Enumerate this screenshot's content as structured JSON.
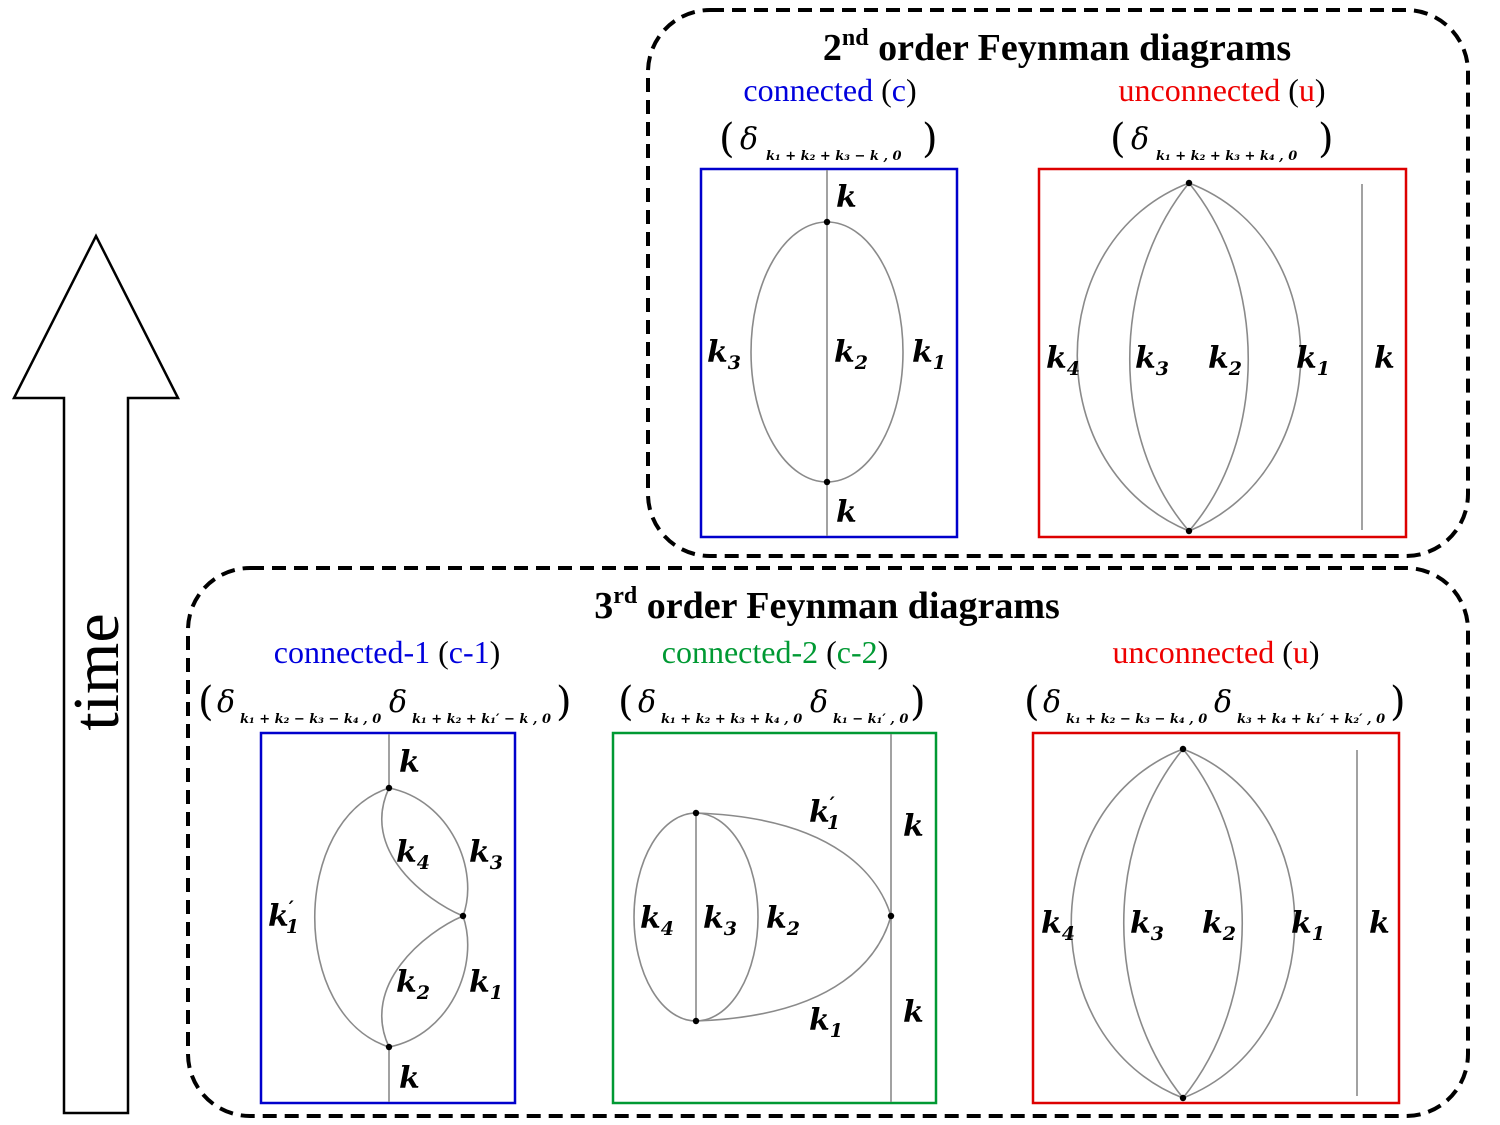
{
  "time_arrow": {
    "label": "time"
  },
  "second_order": {
    "title_num": "2",
    "title_sup": "nd",
    "title_rest": " order Feynman diagrams",
    "connected": {
      "label": "connected",
      "paren_open": " (",
      "code": "c",
      "paren_close": ")",
      "label_color": "#0000dd",
      "delta_subscript": "k₁ + k₂ + k₃ − k , 0",
      "box_color": "#0000cc",
      "momenta": {
        "top": "k",
        "bottom": "k",
        "left": "k",
        "left_sub": "3",
        "center": "k",
        "center_sub": "2",
        "right": "k",
        "right_sub": "1"
      }
    },
    "unconnected": {
      "label": "unconnected",
      "paren_open": " (",
      "code": "u",
      "paren_close": ")",
      "label_color": "#ee0000",
      "delta_subscript": "k₁ + k₂ + k₃ + k₄ , 0",
      "box_color": "#dd0000",
      "momenta": {
        "m4": "k",
        "m4_sub": "4",
        "m3": "k",
        "m3_sub": "3",
        "m2": "k",
        "m2_sub": "2",
        "m1": "k",
        "m1_sub": "1",
        "free": "k"
      }
    }
  },
  "third_order": {
    "title_num": "3",
    "title_sup": "rd",
    "title_rest": " order Feynman diagrams",
    "connected1": {
      "label": "connected-1",
      "paren_open": " (",
      "code": "c-1",
      "paren_close": ")",
      "label_color": "#0000dd",
      "delta1_subscript": "k₁ + k₂ − k₃ − k₄ , 0",
      "delta2_subscript": "k₁ + k₂ + k₁′ − k , 0",
      "box_color": "#0000cc",
      "momenta": {
        "top": "k",
        "bottom": "k",
        "k1p": "k",
        "k1p_sub": "1",
        "k1p_prime": "′",
        "k4": "k",
        "k4_sub": "4",
        "k3": "k",
        "k3_sub": "3",
        "k2": "k",
        "k2_sub": "2",
        "k1": "k",
        "k1_sub": "1"
      }
    },
    "connected2": {
      "label": "connected-2",
      "paren_open": " (",
      "code": "c-2",
      "paren_close": ")",
      "label_color": "#009933",
      "delta1_subscript": "k₁ + k₂ + k₃ + k₄ , 0",
      "delta2_subscript": "k₁ − k₁′ , 0",
      "box_color": "#009933",
      "momenta": {
        "k1p": "k",
        "k1p_sub": "1",
        "k1p_prime": "′",
        "k4": "k",
        "k4_sub": "4",
        "k3": "k",
        "k3_sub": "3",
        "k2": "k",
        "k2_sub": "2",
        "k1": "k",
        "k1_sub": "1",
        "top": "k",
        "bottom": "k"
      }
    },
    "unconnected": {
      "label": "unconnected",
      "paren_open": " (",
      "code": "u",
      "paren_close": ")",
      "label_color": "#ee0000",
      "delta1_subscript": "k₁ + k₂ − k₃ − k₄ , 0",
      "delta2_subscript": "k₃ + k₄ + k₁′ + k₂′ , 0",
      "box_color": "#dd0000",
      "momenta": {
        "m4": "k",
        "m4_sub": "4",
        "m3": "k",
        "m3_sub": "3",
        "m2": "k",
        "m2_sub": "2",
        "m1": "k",
        "m1_sub": "1",
        "free": "k"
      }
    }
  }
}
